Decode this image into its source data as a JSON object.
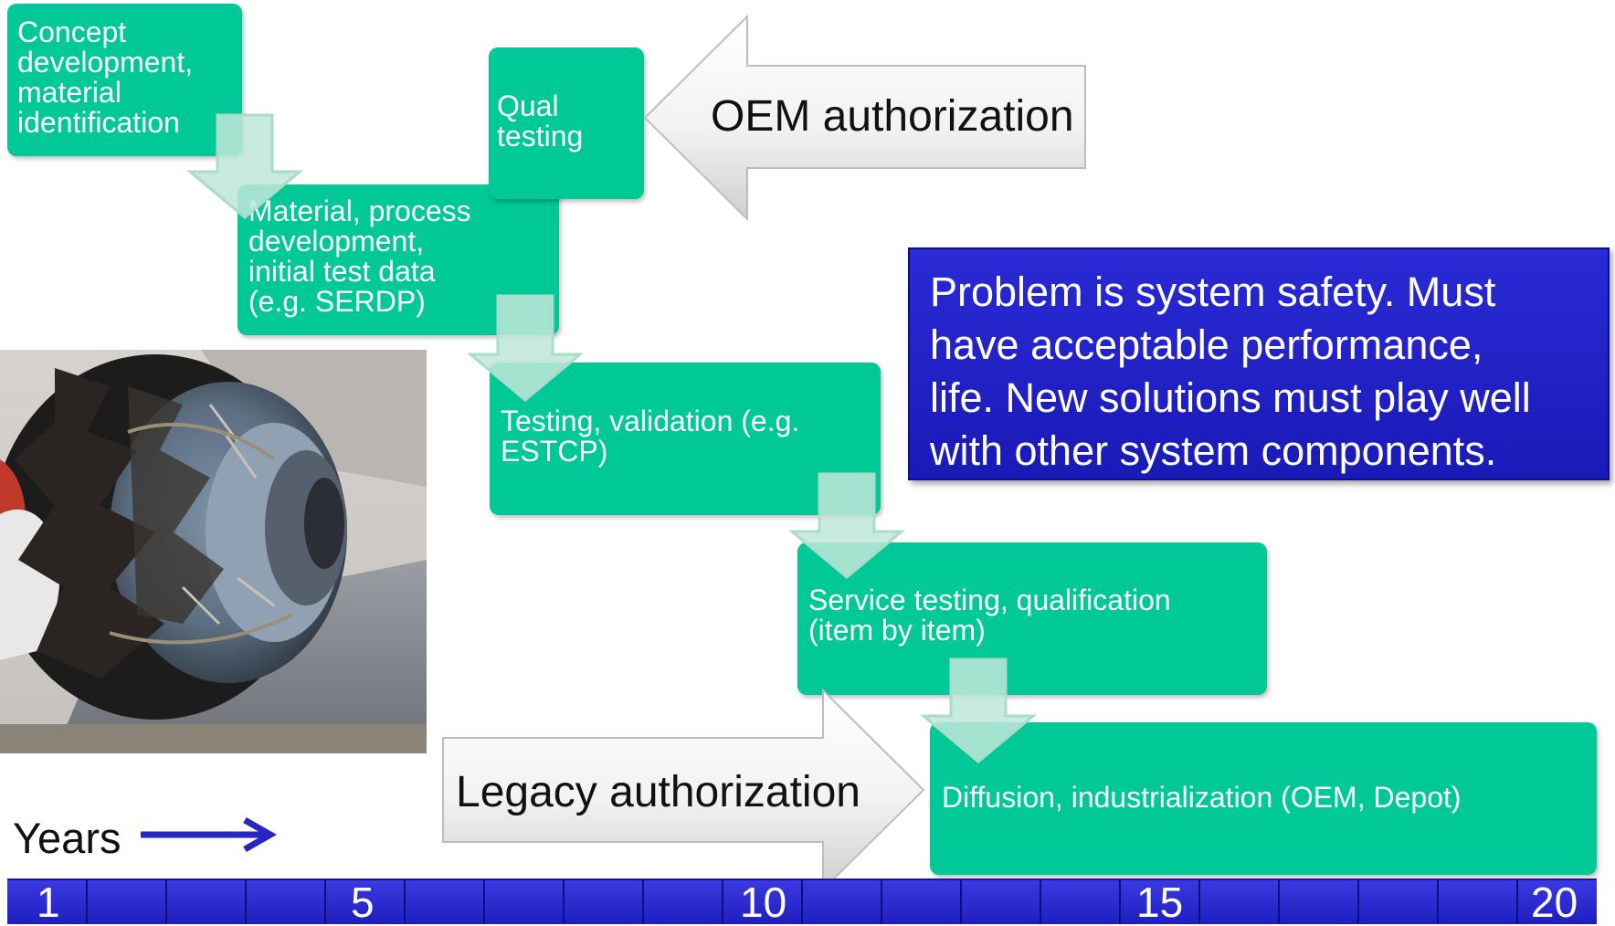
{
  "boxes": {
    "concept": [
      "Concept",
      "development,",
      "material",
      "identification"
    ],
    "material": [
      "Material, process",
      "development,",
      "initial test data",
      "(e.g. SERDP)"
    ],
    "qual": [
      "Qual",
      "testing"
    ],
    "testing": [
      "Testing, validation (e.g.",
      "ESTCP)"
    ],
    "service": [
      "Service testing, qualification",
      "(item by item)"
    ],
    "diffusion": [
      "Diffusion, industrialization (OEM, Depot)"
    ]
  },
  "arrows": {
    "oem": "OEM authorization",
    "legacy": "Legacy authorization"
  },
  "callout": [
    "Problem is system safety. Must",
    "have acceptable performance,",
    "life. New solutions must play well",
    "with other system components."
  ],
  "timeline": {
    "axis_label": "Years",
    "tick_labels": [
      "1",
      "5",
      "10",
      "15",
      "20"
    ]
  },
  "colors": {
    "box_green": "#00c896",
    "flow_arrow": "#bfe7d9",
    "callout_blue": "#1e1ec8",
    "timeline_blue": "#2a2ad6"
  },
  "photo": "damaged-jet-engine"
}
